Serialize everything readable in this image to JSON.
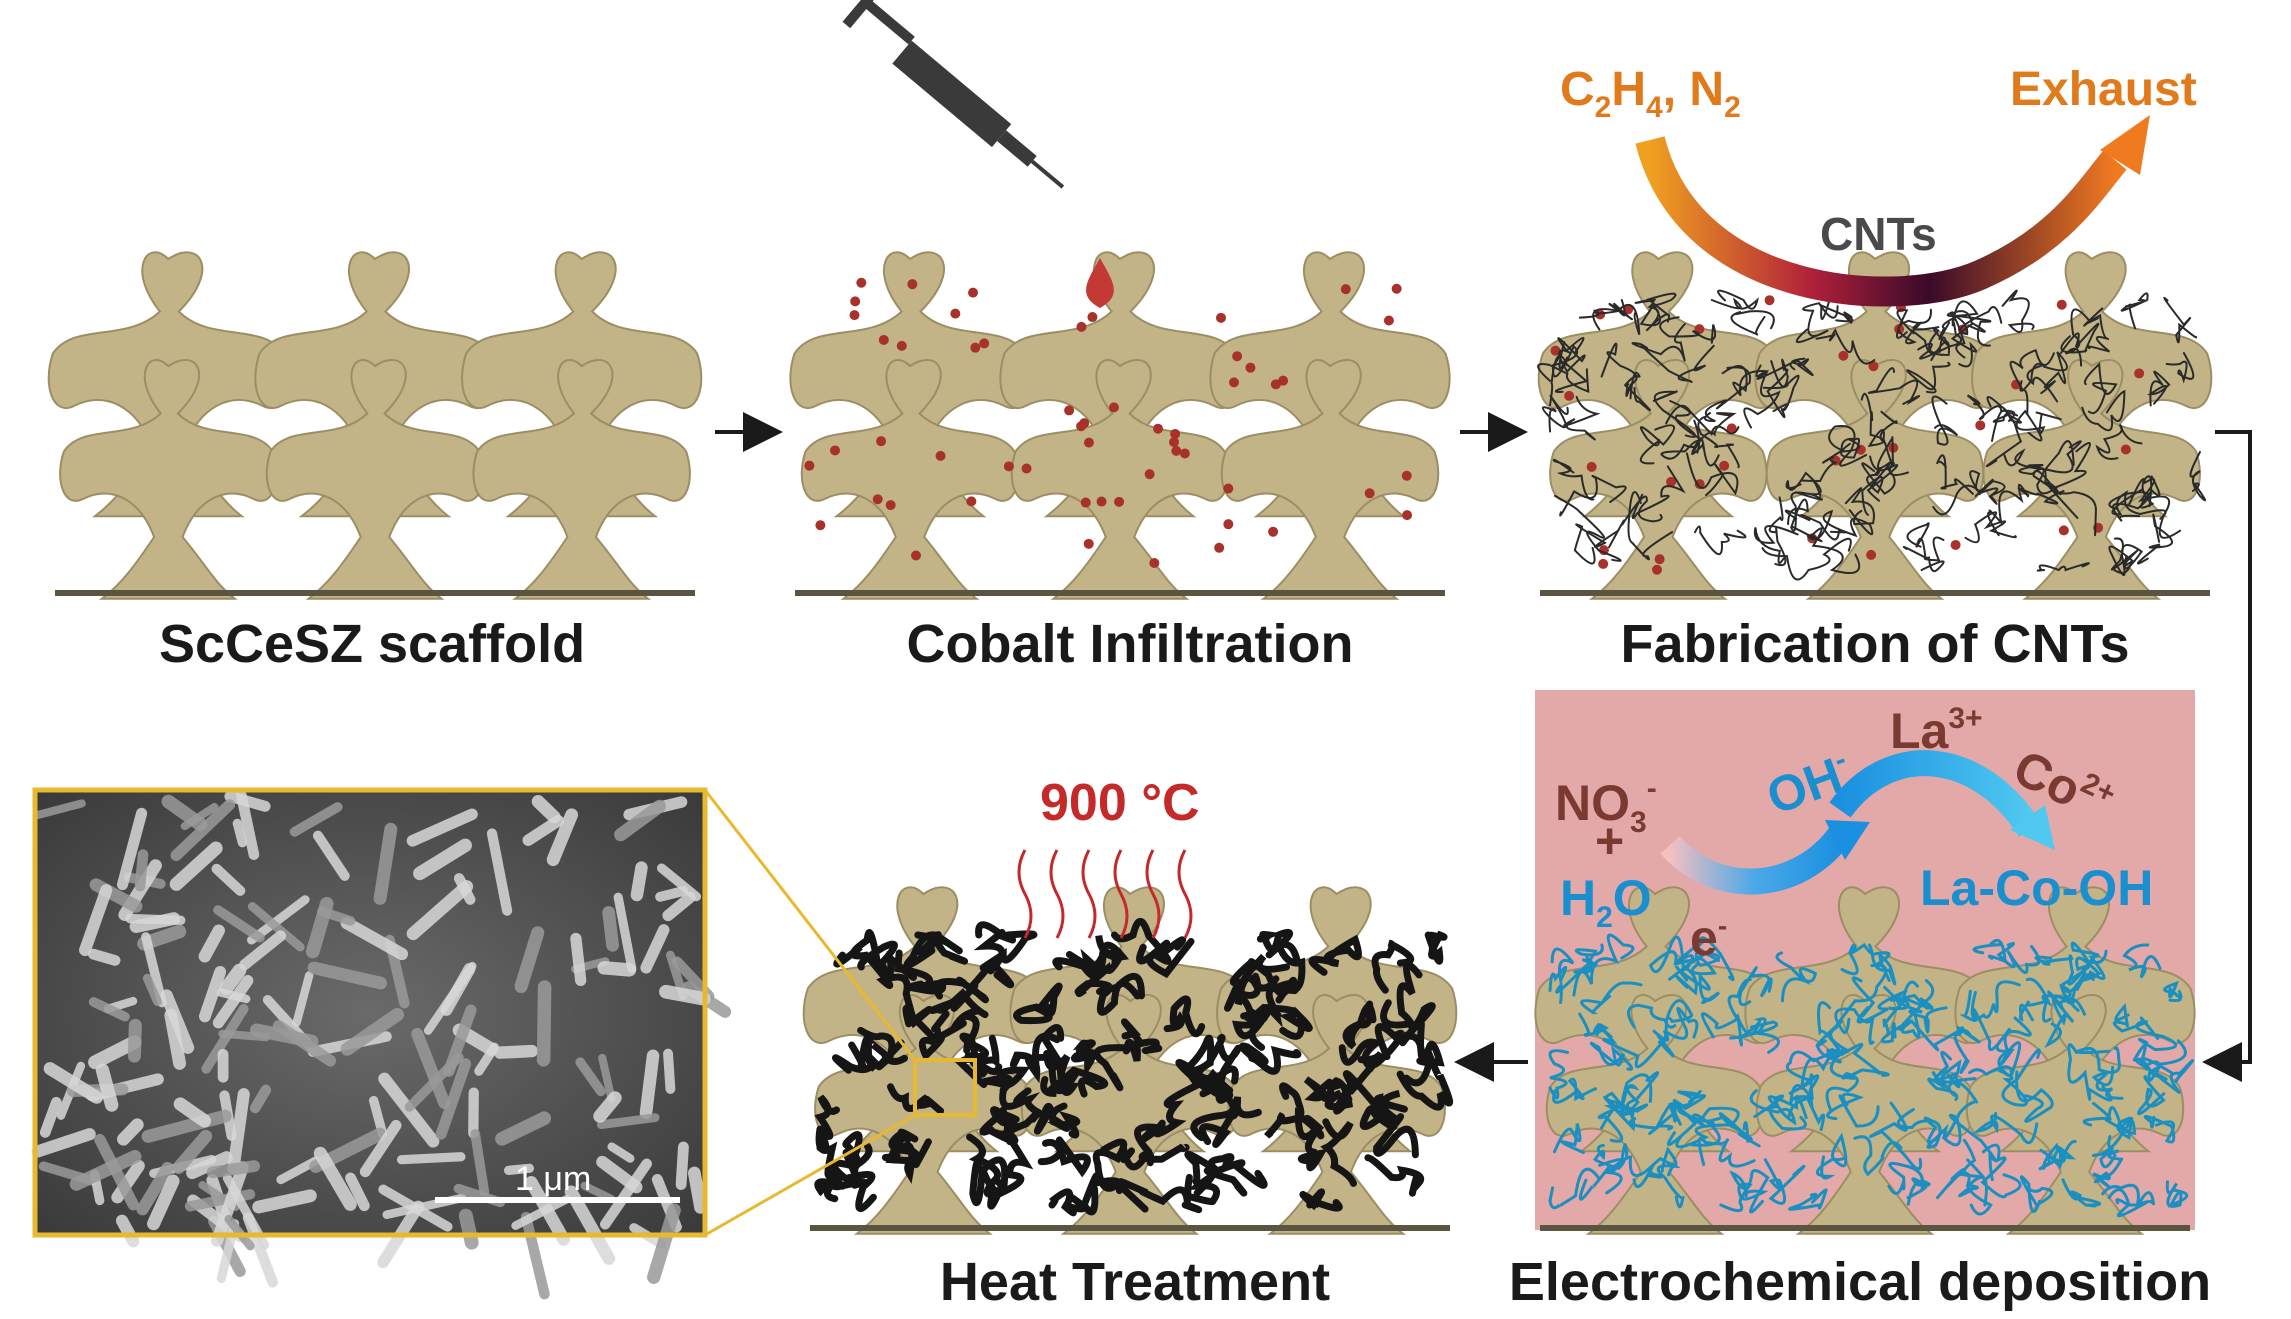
{
  "steps": {
    "scaffold": "ScCeSZ scaffold",
    "infiltration": "Cobalt Infiltration",
    "cnts": "Fabrication of CNTs",
    "deposition": "Electrochemical deposition",
    "heat": "Heat Treatment"
  },
  "gas": {
    "inlet_c": "C",
    "inlet_c_sub": "2",
    "inlet_h": "H",
    "inlet_h_sub": "4",
    "inlet_n": ", N",
    "inlet_n_sub": "2",
    "outlet": "Exhaust",
    "product": "CNTs"
  },
  "reaction": {
    "nitrate": "NO",
    "nitrate_sub": "3",
    "nitrate_sup": "-",
    "plus": "+",
    "water_h": "H",
    "water_sub": "2",
    "water_o": "O",
    "electron": "e",
    "electron_sup": "-",
    "hydroxide": "OH",
    "hydroxide_sup": "-",
    "lanthanum": "La",
    "lanthanum_sup": "3+",
    "cobalt": "Co",
    "cobalt_sup": "2+",
    "product": "La-Co-OH"
  },
  "heat": {
    "temperature": "900 °C"
  },
  "sem": {
    "scale_bar": "1 μm"
  },
  "colors": {
    "scaffold": "#c2b487",
    "scaffold_edge": "#9c8e64",
    "cobalt_dot": "#a8322b",
    "cnt_thin": "#2a2a2a",
    "cnt_coated": "#1b8fc0",
    "cnt_thick": "#151515",
    "deposition_bg": "#e3a9a8",
    "inset_border": "#e8b830",
    "accent_orange": "#e07a1a",
    "accent_blue": "#1a8fd0"
  }
}
